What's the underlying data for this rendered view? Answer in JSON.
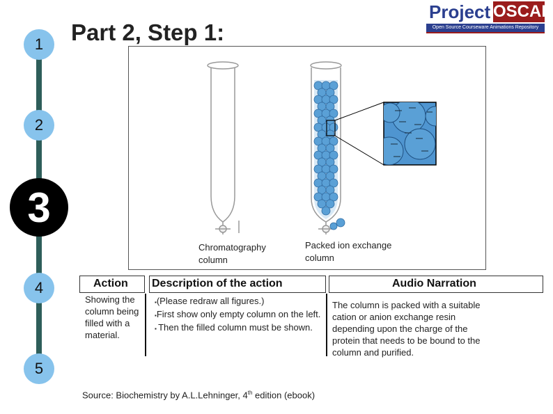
{
  "logo": {
    "word1": "Project",
    "word2": "OSCAR",
    "tagline": "Open Source Courseware Animations Repository"
  },
  "title": "Part 2, Step 1:",
  "steps": [
    "1",
    "2",
    "3",
    "4",
    "5"
  ],
  "figure": {
    "caption_left": "Chromatography column",
    "caption_right": "Packed ion exchange column"
  },
  "table": {
    "headers": {
      "action": "Action",
      "description": "Description of the action",
      "audio": "Audio Narration"
    },
    "action_text": "Showing the column being filled with a material.",
    "description_lines": [
      "(Please redraw all figures.)",
      "First show only empty column on the left.",
      "Then the filled column must be shown."
    ],
    "audio_text": "The column is packed with a suitable cation or anion exchange resin depending upon the charge of the protein that needs to be bound to the column and purified."
  },
  "source": {
    "before": "Source: Biochemistry by A.L.Lehninger, 4",
    "sup": "th",
    "after": " edition (ebook)"
  },
  "colors": {
    "step_circle": "#87c3ec",
    "active_step": "#000000",
    "track": "#2e5e5a",
    "bead": "#5aa0d6",
    "logo_blue": "#2b3f8f",
    "logo_red": "#9b1c1c"
  }
}
